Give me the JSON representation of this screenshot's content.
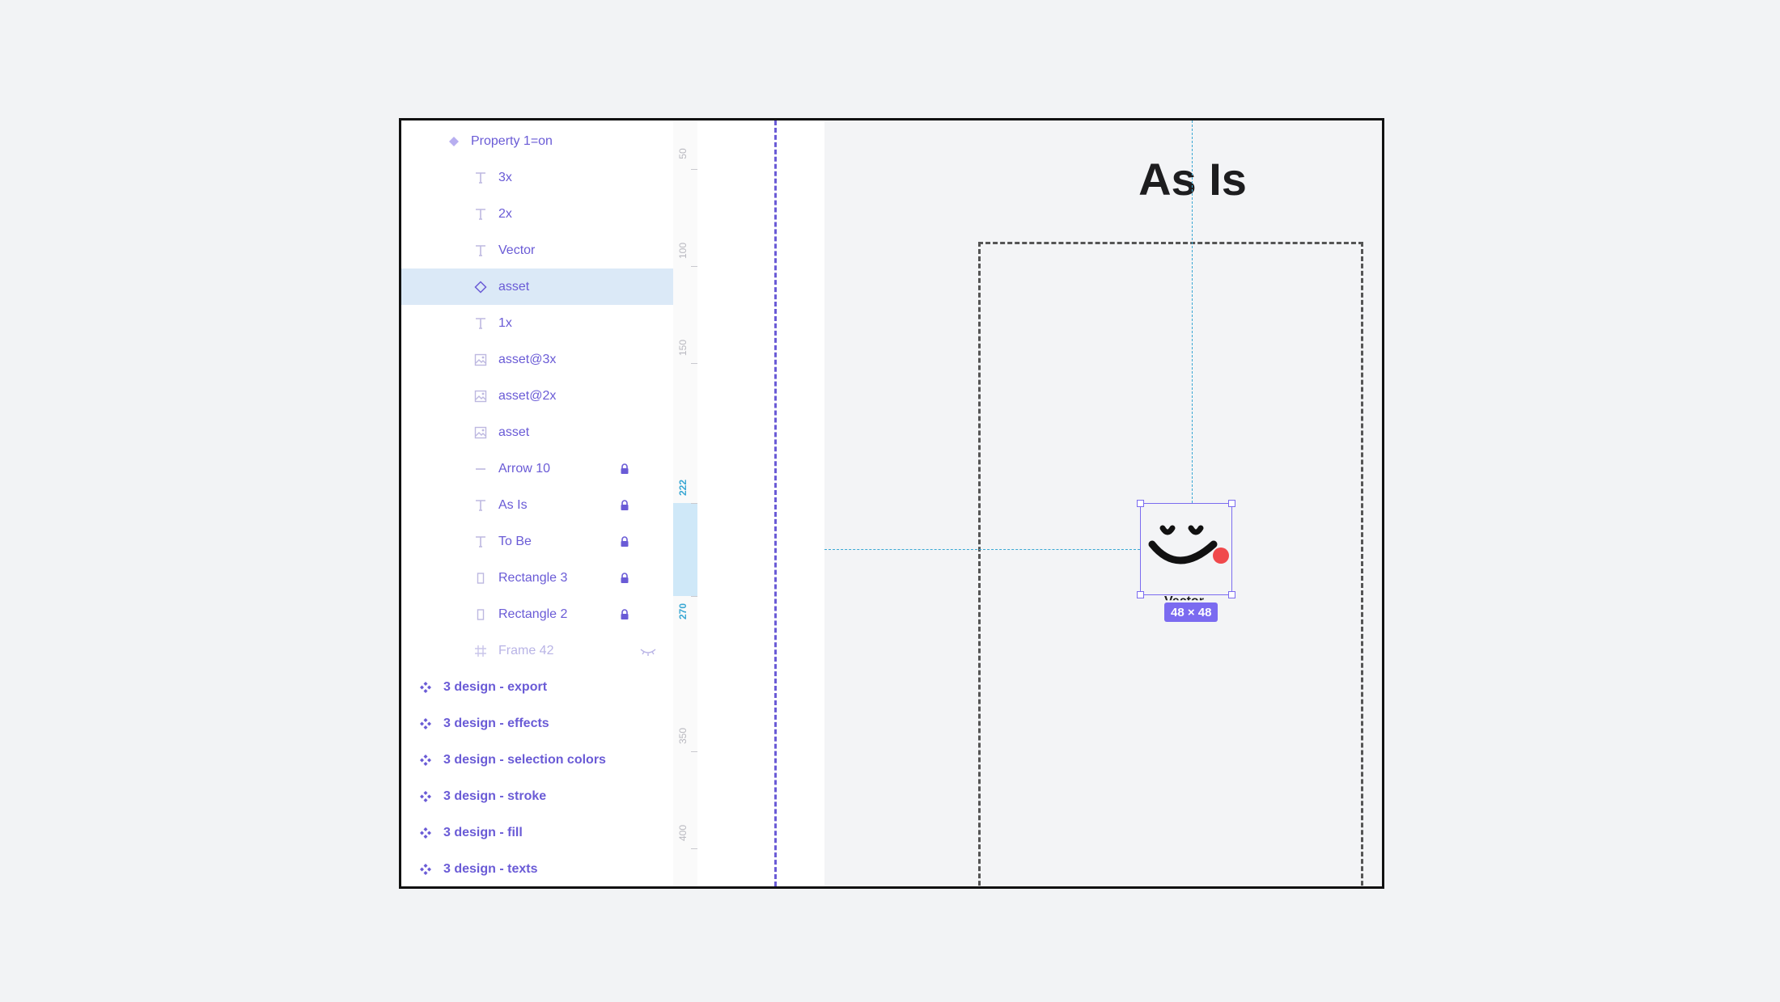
{
  "layers": [
    {
      "label": "Property 1=on",
      "icon": "component-variant-icon",
      "indent": 1
    },
    {
      "label": "3x",
      "icon": "text-icon",
      "indent": 2
    },
    {
      "label": "2x",
      "icon": "text-icon",
      "indent": 2
    },
    {
      "label": "Vector",
      "icon": "text-icon",
      "indent": 2
    },
    {
      "label": "asset",
      "icon": "instance-icon",
      "indent": 2,
      "selected": true
    },
    {
      "label": "1x",
      "icon": "text-icon",
      "indent": 2
    },
    {
      "label": "asset@3x",
      "icon": "image-icon",
      "indent": 2
    },
    {
      "label": "asset@2x",
      "icon": "image-icon",
      "indent": 2
    },
    {
      "label": "asset",
      "icon": "image-icon",
      "indent": 2
    },
    {
      "label": "Arrow 10",
      "icon": "line-icon",
      "indent": 2,
      "locked": true
    },
    {
      "label": "As Is",
      "icon": "text-icon",
      "indent": 2,
      "locked": true
    },
    {
      "label": "To Be",
      "icon": "text-icon",
      "indent": 2,
      "locked": true
    },
    {
      "label": "Rectangle 3",
      "icon": "rectangle-icon",
      "indent": 2,
      "locked": true
    },
    {
      "label": "Rectangle 2",
      "icon": "rectangle-icon",
      "indent": 2,
      "locked": true
    },
    {
      "label": "Frame 42",
      "icon": "frame-icon",
      "indent": 2,
      "hidden": true
    },
    {
      "label": "3 design - export",
      "icon": "component-icon",
      "indent": 0
    },
    {
      "label": "3 design - effects",
      "icon": "component-icon",
      "indent": 0
    },
    {
      "label": "3 design - selection colors",
      "icon": "component-icon",
      "indent": 0
    },
    {
      "label": "3 design - stroke",
      "icon": "component-icon",
      "indent": 0
    },
    {
      "label": "3 design - fill",
      "icon": "component-icon",
      "indent": 0
    },
    {
      "label": "3 design - texts",
      "icon": "component-icon",
      "indent": 0
    }
  ],
  "ruler": {
    "marks": [
      "50",
      "100",
      "150",
      "222",
      "270",
      "350",
      "400"
    ]
  },
  "canvas": {
    "title": "As Is",
    "selection_size": "48 × 48",
    "selected_layer_label": "Vector"
  },
  "colors": {
    "accent": "#7b6bf0",
    "layer_text": "#6a5bd6",
    "guide": "#3aa8d4",
    "selected_row": "#dbe9f7",
    "notification_dot": "#f0494c"
  }
}
